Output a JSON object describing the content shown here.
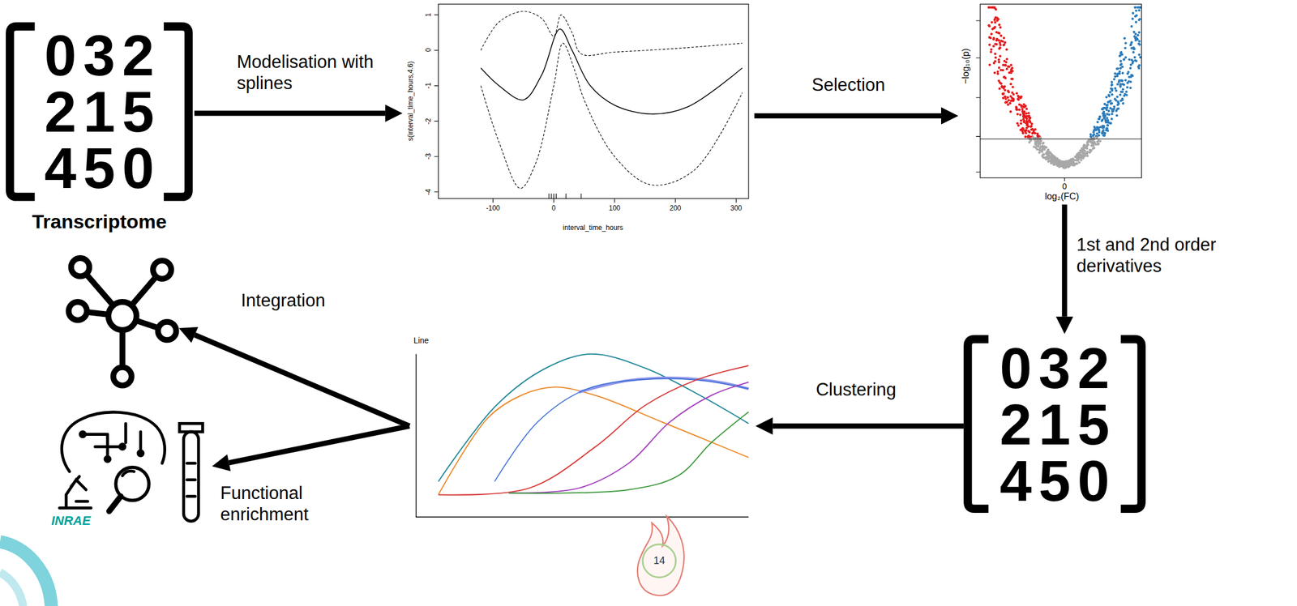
{
  "diagram": {
    "nodes": [
      {
        "text": [
          "032 215 450",
          "Transcriptome"
        ]
      },
      {
        "text": [
          "s(interval_time_hours,4.6)",
          "interval_time_hours"
        ]
      },
      {
        "text": [
          "−log₁₀(p)",
          "log₂(FC)"
        ]
      },
      {
        "text": [
          "032 215 450"
        ]
      },
      {
        "text": [
          "Line"
        ]
      },
      {
        "text": []
      },
      {
        "text": [
          "INRAE"
        ]
      }
    ],
    "edges": [
      {
        "from": 0,
        "to": 1,
        "label": "Modelisation with splines",
        "arrow": "to"
      },
      {
        "from": 1,
        "to": 2,
        "label": "Selection",
        "arrow": "to"
      },
      {
        "from": 2,
        "to": 3,
        "label": "1st and 2nd order derivatives",
        "arrow": "to"
      },
      {
        "from": 3,
        "to": 4,
        "label": "Clustering",
        "arrow": "to"
      },
      {
        "from": 4,
        "to": 5,
        "label": "Integration",
        "arrow": "to"
      },
      {
        "from": 4,
        "to": 6,
        "label": "Functional enrichment",
        "arrow": "to"
      }
    ],
    "labels": [
      "-100",
      "0",
      "100",
      "200",
      "300",
      "1",
      "0",
      "-1",
      "-2",
      "-3",
      "-4",
      "0",
      "14"
    ]
  }
}
